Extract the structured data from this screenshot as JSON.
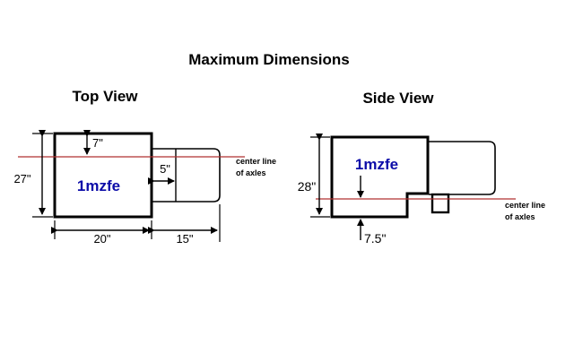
{
  "title": "Maximum Dimensions",
  "colors": {
    "outline": "#000000",
    "center_line": "#b03030",
    "label": "#0b0ba8",
    "background": "#ffffff"
  },
  "top_view": {
    "heading": "Top View",
    "engine_label": "1mzfe",
    "dims": {
      "height": "27\"",
      "top_offset": "7\"",
      "overhang": "5\"",
      "main_width": "20\"",
      "extension_width": "15\""
    },
    "center_line_label": [
      "center line",
      "of axles"
    ]
  },
  "side_view": {
    "heading": "Side View",
    "engine_label": "1mzfe",
    "dims": {
      "height": "28\"",
      "bottom_offset": "7.5\""
    },
    "center_line_label": [
      "center line",
      "of axles"
    ]
  }
}
